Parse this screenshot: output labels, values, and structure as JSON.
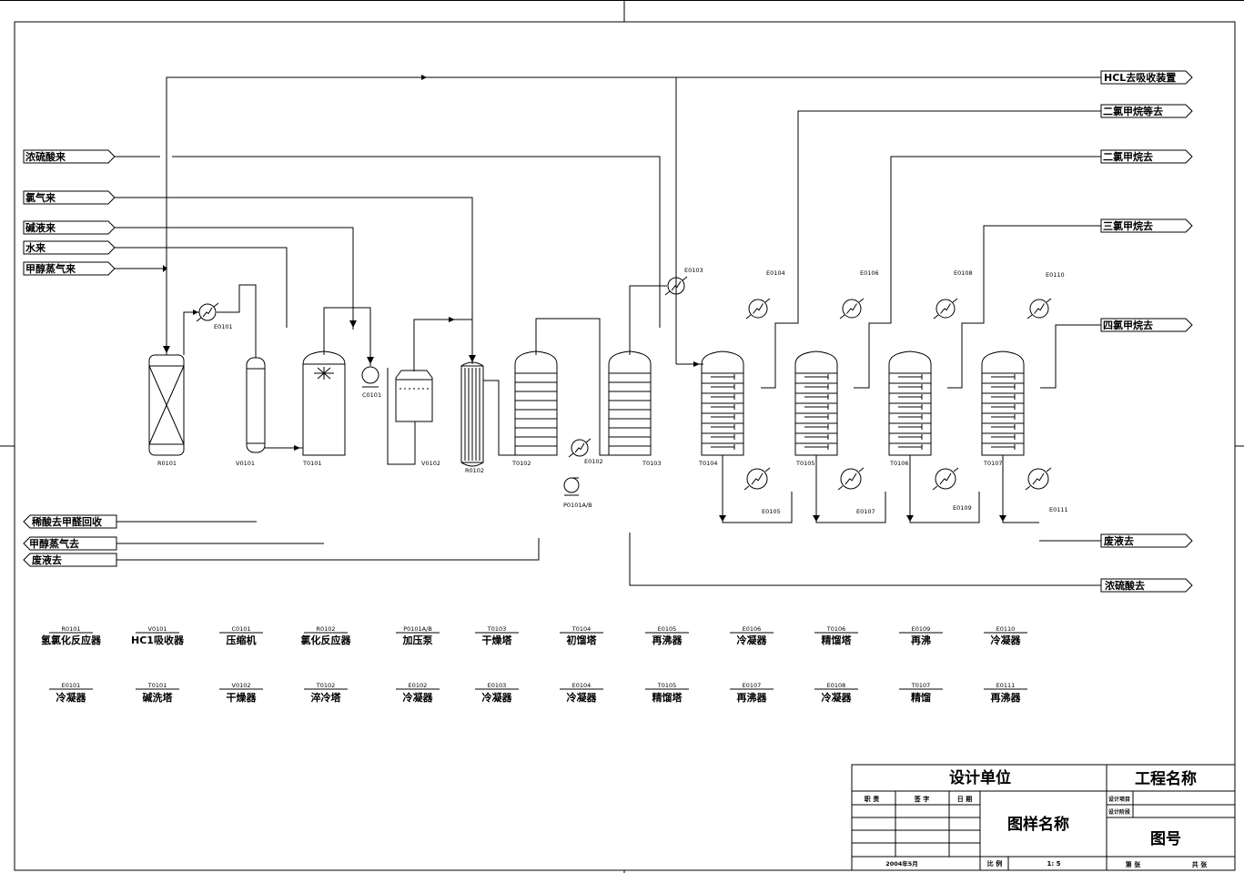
{
  "inlets_left": [
    {
      "id": "in1",
      "label": "浓硫酸来"
    },
    {
      "id": "in2",
      "label": "氯气来"
    },
    {
      "id": "in3",
      "label": "碱液来"
    },
    {
      "id": "in4",
      "label": "水来"
    },
    {
      "id": "in5",
      "label": "甲醇蒸气来"
    }
  ],
  "outlets_left": [
    {
      "id": "ol1",
      "label": "稀酸去甲醛回收"
    },
    {
      "id": "ol2",
      "label": "甲醇蒸气去"
    },
    {
      "id": "ol3",
      "label": "废液去"
    }
  ],
  "outlets_right": [
    {
      "id": "or1",
      "label": "HCL去吸收装置"
    },
    {
      "id": "or2",
      "label": "二氯甲烷等去"
    },
    {
      "id": "or3",
      "label": "二氯甲烷去"
    },
    {
      "id": "or4",
      "label": "三氯甲烷去"
    },
    {
      "id": "or5",
      "label": "四氯甲烷去"
    },
    {
      "id": "or6",
      "label": "废液去"
    },
    {
      "id": "or7",
      "label": "浓硫酸去"
    }
  ],
  "equipment_tags": {
    "R0101": "R0101",
    "E0101": "E0101",
    "V0101": "V0101",
    "T0101": "T0101",
    "C0101": "C0101",
    "V0102": "V0102",
    "R0102": "R0102",
    "T0102": "T0102",
    "E0102": "E0102",
    "P0101": "P0101A/B",
    "T0103": "T0103",
    "E0103": "E0103",
    "T0104": "T0104",
    "E0104": "E0104",
    "E0105": "E0105",
    "T0105": "T0105",
    "E0106": "E0106",
    "E0107": "E0107",
    "T0106": "T0106",
    "E0108": "E0108",
    "E0109": "E0109",
    "T0107": "T0107",
    "E0110": "E0110",
    "E0111": "E0111"
  },
  "legend_row1": [
    {
      "tag": "R0101",
      "name": "氢氯化反应器"
    },
    {
      "tag": "V0101",
      "name": "HC1吸收器"
    },
    {
      "tag": "C0101",
      "name": "压缩机"
    },
    {
      "tag": "R0102",
      "name": "氯化反应器"
    },
    {
      "tag": "P0101A/B",
      "name": "加压泵"
    },
    {
      "tag": "T0103",
      "name": "干燥塔"
    },
    {
      "tag": "T0104",
      "name": "初馏塔"
    },
    {
      "tag": "E0105",
      "name": "再沸器"
    },
    {
      "tag": "E0106",
      "name": "冷凝器"
    },
    {
      "tag": "T0106",
      "name": "精馏塔"
    },
    {
      "tag": "E0109",
      "name": "再沸"
    },
    {
      "tag": "E0110",
      "name": "冷凝器"
    }
  ],
  "legend_row2": [
    {
      "tag": "E0101",
      "name": "冷凝器"
    },
    {
      "tag": "T0101",
      "name": "碱洗塔"
    },
    {
      "tag": "V0102",
      "name": "干燥器"
    },
    {
      "tag": "T0102",
      "name": "淬冷塔"
    },
    {
      "tag": "E0102",
      "name": "冷凝器"
    },
    {
      "tag": "E0103",
      "name": "冷凝器"
    },
    {
      "tag": "E0104",
      "name": "冷凝器"
    },
    {
      "tag": "T0105",
      "name": "精馏塔"
    },
    {
      "tag": "E0107",
      "name": "再沸器"
    },
    {
      "tag": "E0108",
      "name": "冷凝器"
    },
    {
      "tag": "T0107",
      "name": "精馏"
    },
    {
      "tag": "E0111",
      "name": "再沸器"
    }
  ],
  "title_block": {
    "design_unit": "设计单位",
    "project_name": "工程名称",
    "drawing_name": "图样名称",
    "drawing_no": "图号",
    "h_role": "职  责",
    "h_sign": "签  字",
    "h_date": "日 期",
    "date_value": "2004年5月",
    "scale_label": "比 例",
    "scale_value": "1: 5",
    "design_item": "设计项目",
    "design_stage": "设计阶段",
    "sheet_label": "第    张",
    "total_label": "共    张"
  },
  "colors": {
    "line": "#000000",
    "background": "#ffffff"
  }
}
